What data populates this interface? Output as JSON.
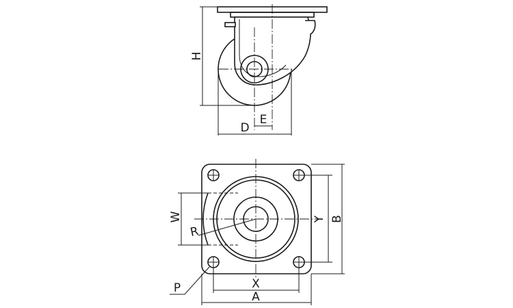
{
  "labels": {
    "height": "H",
    "offset": "E",
    "depth": "D",
    "width": "W",
    "radius": "R",
    "bolt_x": "X",
    "bolt_y": "Y",
    "plate_a": "A",
    "plate_b": "B",
    "hole": "P"
  },
  "colors": {
    "line": "#1a1a1a",
    "background": "#ffffff"
  }
}
